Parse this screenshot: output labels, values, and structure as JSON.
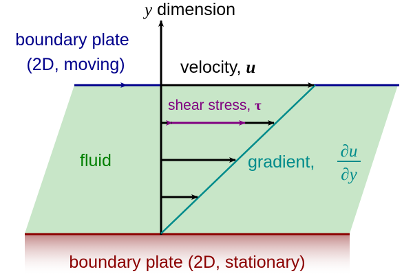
{
  "axis": {
    "var": "y",
    "label": "dimension"
  },
  "top_plate": {
    "line1": "boundary plate",
    "line2": "(2D, moving)"
  },
  "velocity": {
    "label": "velocity, ",
    "symbol": "u"
  },
  "shear": {
    "label": "shear stress, ",
    "symbol": "τ"
  },
  "fluid_label": "fluid",
  "gradient": {
    "label": "gradient, ",
    "numerator": "∂u",
    "denominator": "∂y"
  },
  "bottom_plate": {
    "label": "boundary plate (2D, stationary)"
  },
  "colors": {
    "fluid_fill": "#c8e6c8",
    "top_plate": "#00008b",
    "bottom_plate": "#8b0000",
    "fluid_text": "#008000",
    "gradient": "#008b8b",
    "shear": "#800080",
    "axis": "#000000"
  }
}
